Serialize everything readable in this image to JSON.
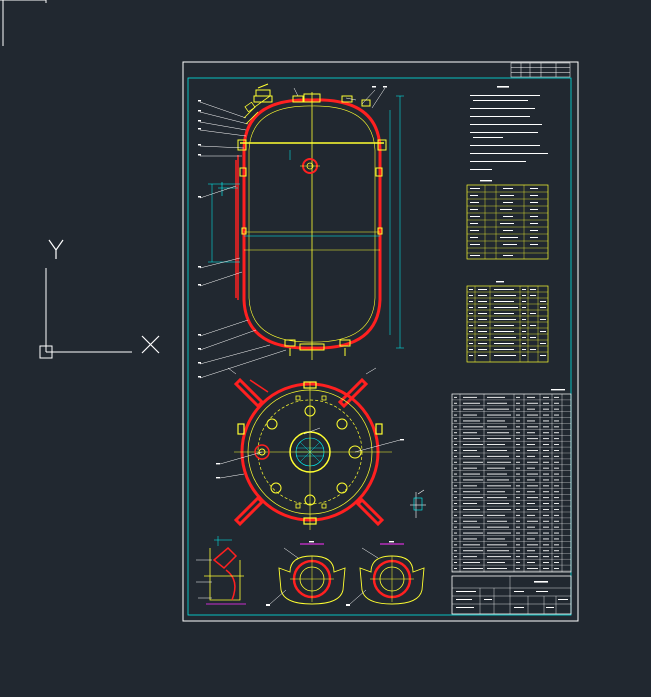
{
  "colors": {
    "background": "#212830",
    "frame": "#ffffff",
    "inner_border": "#00e5e5",
    "vessel": "#ff2020",
    "structure": "#ffff30",
    "dimension": "#00ffff",
    "magenta": "#ff30ff",
    "text": "#ffffff"
  },
  "ucs": {
    "y_label": "Y",
    "x_label": "X"
  },
  "drawing": {
    "views": [
      "front-elevation",
      "top-plan",
      "nozzle-detail",
      "support-detail-a",
      "support-detail-b",
      "small-detail"
    ],
    "tables": [
      "technical-requirements",
      "design-data-table",
      "nozzle-table",
      "parts-list",
      "title-block"
    ]
  }
}
